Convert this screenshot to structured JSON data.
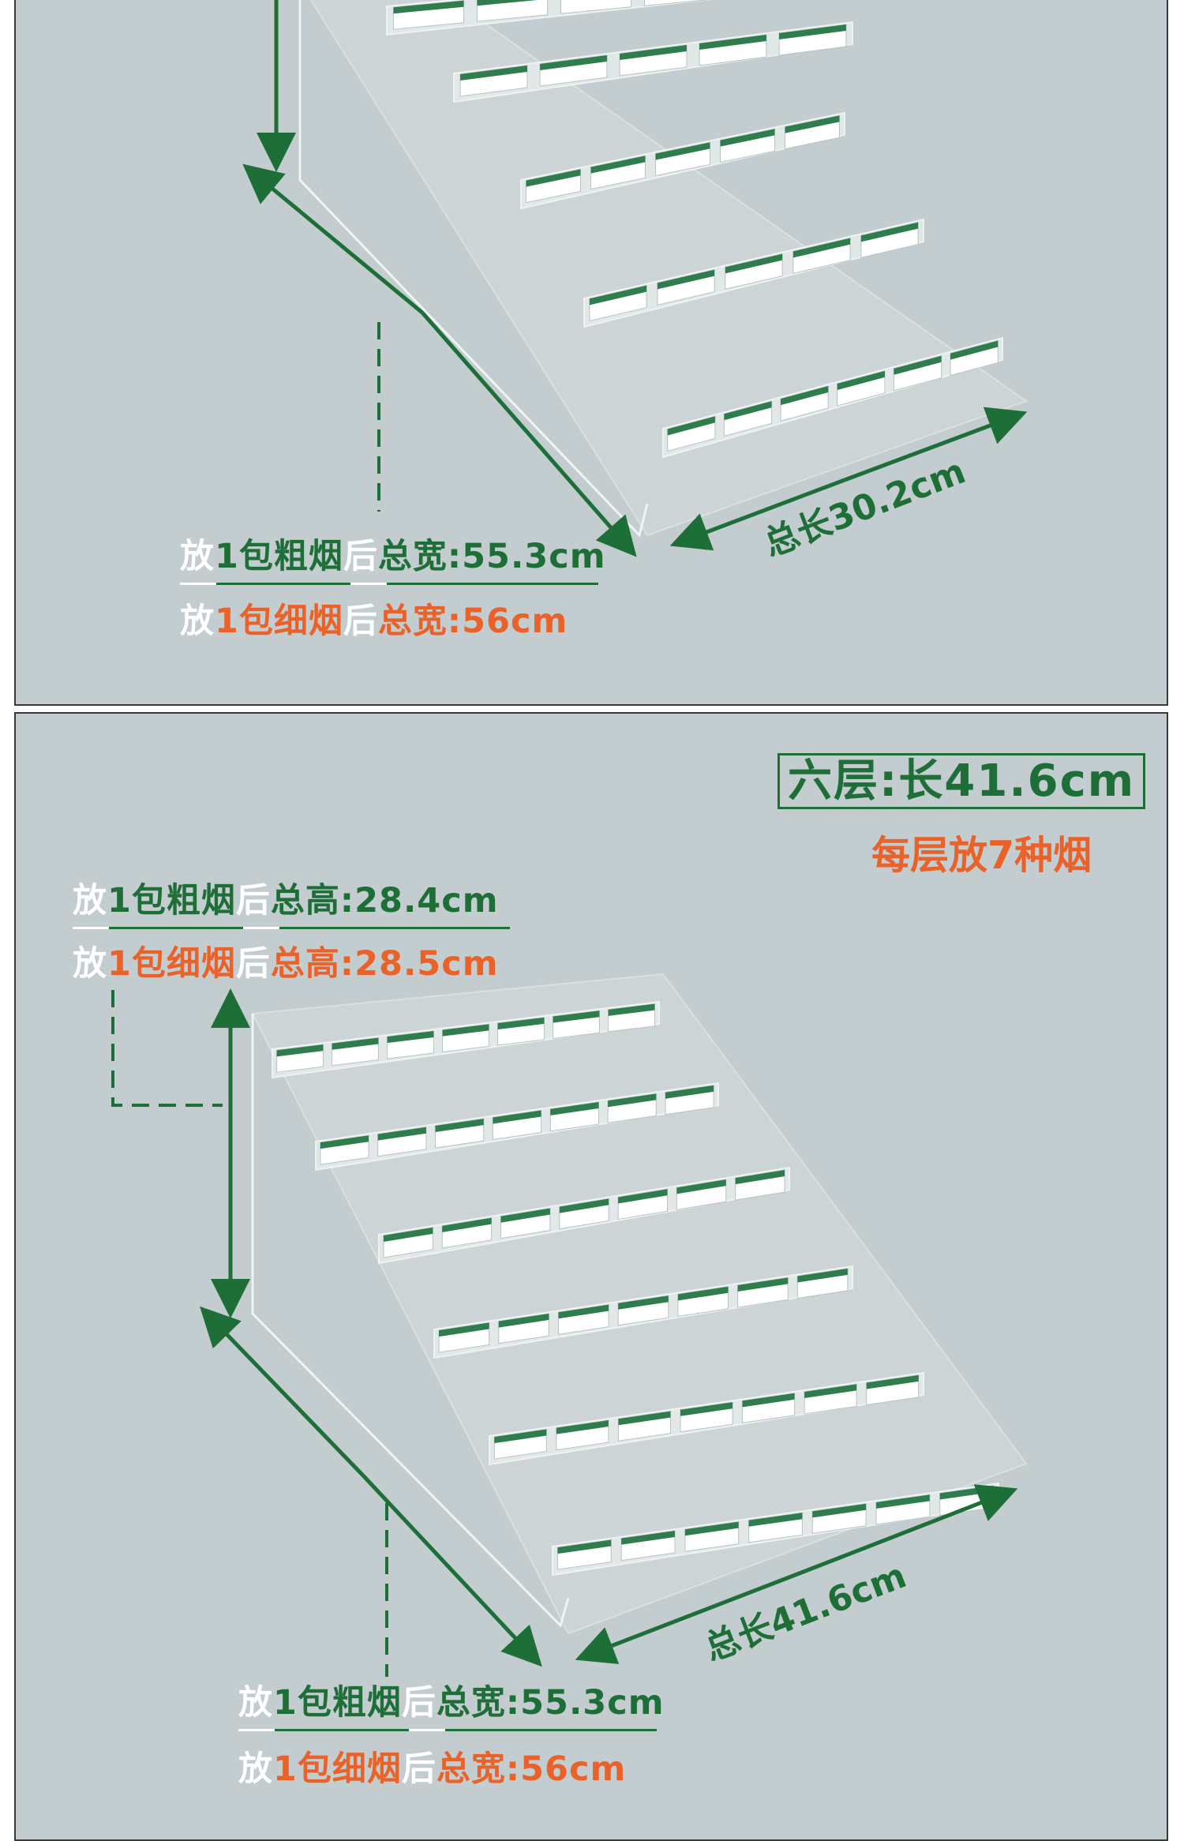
{
  "top_panel": {
    "length_label": "总长30.2cm",
    "thick_width": {
      "a": "放",
      "b": "1包粗烟",
      "c": "后",
      "d": "总宽:55.3cm"
    },
    "thin_width": {
      "a": "放",
      "b": "1包细烟",
      "c": "后",
      "d": "总宽:56cm"
    }
  },
  "bottom_panel": {
    "layers_length": "六层:长41.6cm",
    "per_layer": "每层放7种烟",
    "thick_height": {
      "a": "放",
      "b": "1包粗烟",
      "c": "后",
      "d": "总高:28.4cm"
    },
    "thin_height": {
      "a": "放",
      "b": "1包细烟",
      "c": "后",
      "d": "总高:28.5cm"
    },
    "length_label": "总长41.6cm",
    "thick_width": {
      "a": "放",
      "b": "1包粗烟",
      "c": "后",
      "d": "总宽:55.3cm"
    },
    "thin_width": {
      "a": "放",
      "b": "1包细烟",
      "c": "后",
      "d": "总宽:56cm"
    }
  },
  "colors": {
    "background": "#c3ccce",
    "green": "#1d6e37",
    "orange": "#e9622a",
    "white": "#ffffff"
  }
}
